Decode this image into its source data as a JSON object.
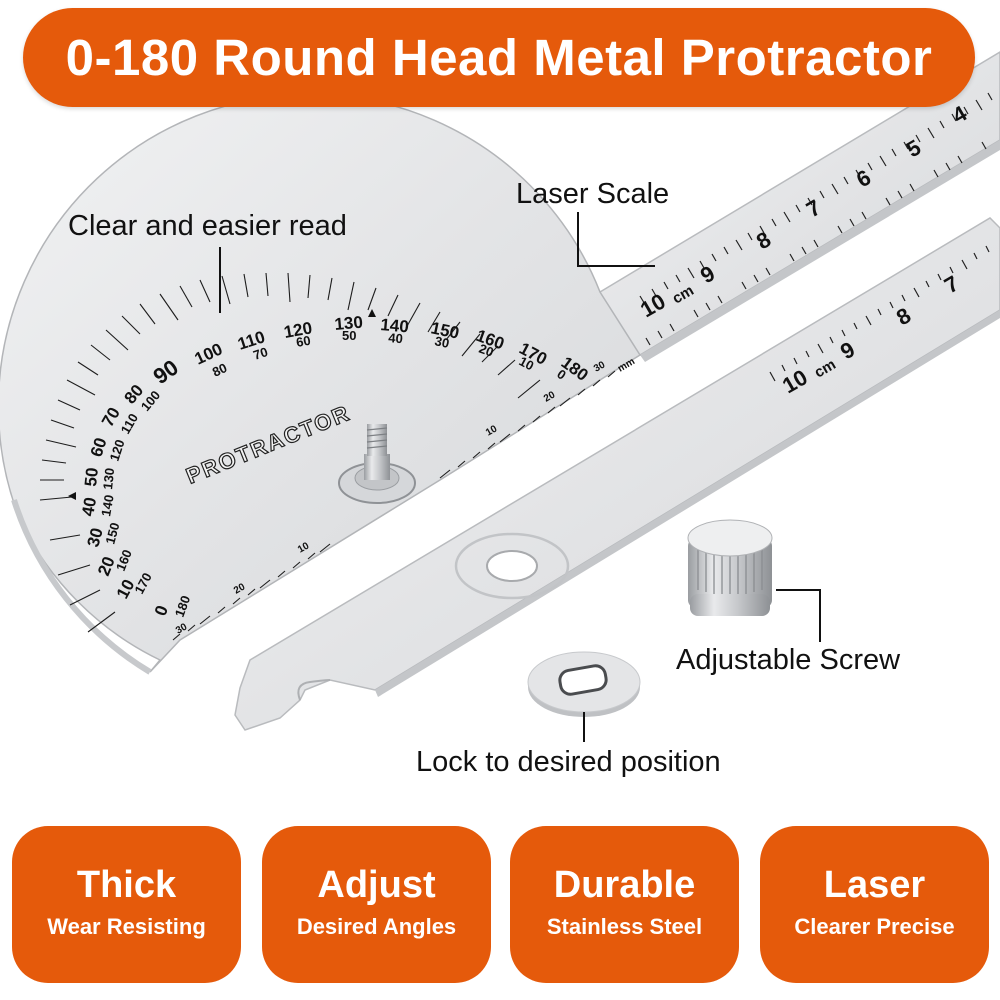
{
  "header": {
    "title": "0-180 Round Head Metal Protractor"
  },
  "callouts": {
    "clear_read": "Clear and easier read",
    "laser_scale": "Laser Scale",
    "adjustable_screw": "Adjustable Screw",
    "lock_position": "Lock to desired position"
  },
  "protractor": {
    "brand_text": "PROTRACTOR",
    "outer_scale": [
      "0",
      "10",
      "20",
      "30",
      "40",
      "50",
      "60",
      "70",
      "80",
      "90",
      "100",
      "110",
      "120",
      "130",
      "140",
      "150",
      "160",
      "170",
      "180"
    ],
    "inner_scale": [
      "180",
      "170",
      "160",
      "150",
      "140",
      "130",
      "120",
      "110",
      "100",
      "80",
      "70",
      "60",
      "50",
      "40",
      "30",
      "20",
      "10",
      "0"
    ],
    "arm_mm_labels": [
      "10",
      "20",
      "30"
    ],
    "arm_unit": "mm"
  },
  "rulers": {
    "upper_labels": [
      "10",
      "9",
      "8",
      "7",
      "6",
      "5",
      "4"
    ],
    "lower_labels": [
      "10",
      "9",
      "8",
      "7"
    ],
    "unit": "cm"
  },
  "badges": [
    {
      "title": "Thick",
      "subtitle": "Wear Resisting"
    },
    {
      "title": "Adjust",
      "subtitle": "Desired Angles"
    },
    {
      "title": "Durable",
      "subtitle": "Stainless Steel"
    },
    {
      "title": "Laser",
      "subtitle": "Clearer Precise"
    }
  ],
  "colors": {
    "accent": "#e55a0b",
    "metal": "#e6e7e9",
    "metal_edge": "#b9bbbe",
    "text": "#111111"
  }
}
